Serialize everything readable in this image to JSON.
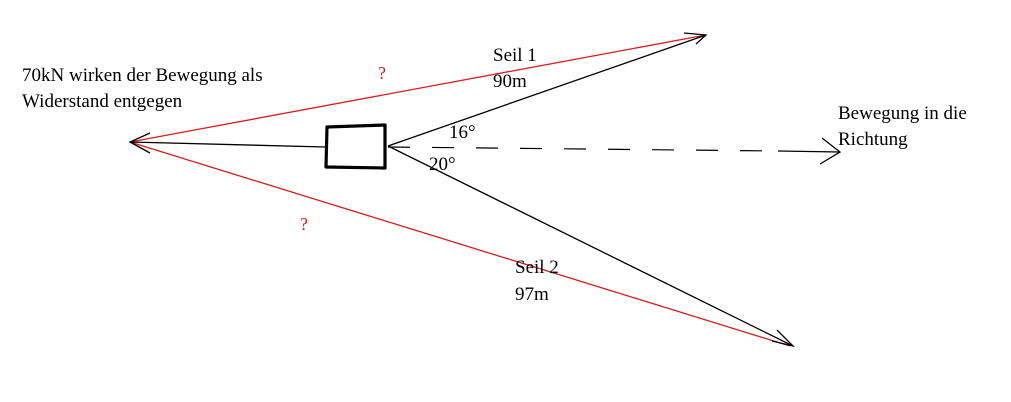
{
  "labels": {
    "force_line1": "70kN  wirken der Bewegung als",
    "force_line2": "Widerstand entgegen",
    "rope1_name": "Seil 1",
    "rope1_length": "90m",
    "rope2_name": "Seil 2",
    "rope2_length": "97m",
    "angle1": "16°",
    "angle2": "20°",
    "direction_line1": "Bewegung in die",
    "direction_line2": "Richtung",
    "unknown_upper": "?",
    "unknown_lower": "?"
  },
  "colors": {
    "ink": "#000000",
    "force_lines": "#d42020"
  }
}
